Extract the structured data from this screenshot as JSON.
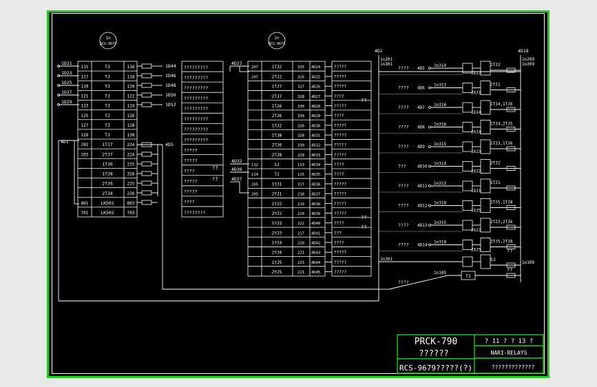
{
  "title_block": {
    "model": "PRCK-790",
    "subtitle": "??????",
    "drawing_name": "RCS-9679?????(?)",
    "sheet_info": "? 11 ? ? 13 ?",
    "company": "NARI-RELAYS",
    "note": "?????????????"
  },
  "circle_labels": [
    {
      "top": "1n",
      "bottom": "RCS-9679"
    },
    {
      "top": "2n",
      "bottom": "RCS-9679"
    }
  ],
  "left_block": {
    "input_terms": [
      "1D21",
      "1D23",
      "1D25",
      "1D27",
      "1D29"
    ],
    "node_label": "4D1",
    "rows": [
      [
        "115",
        "TJ",
        "116"
      ],
      [
        "117",
        "TJ",
        "118"
      ],
      [
        "119",
        "TJ",
        "120"
      ],
      [
        "121",
        "TJ",
        "122"
      ],
      [
        "123",
        "TJ",
        "124"
      ],
      [
        "125",
        "TJ",
        "126"
      ],
      [
        "127",
        "TJ",
        "128"
      ],
      [
        "129",
        "TJ",
        "130"
      ],
      [
        "202",
        "1TJ7",
        "224"
      ],
      [
        "203",
        "2TJ7",
        "224"
      ],
      [
        "",
        "1TJ6",
        "225"
      ],
      [
        "",
        "1TJ8",
        "326"
      ],
      [
        "",
        "2TJ6",
        "225"
      ],
      [
        "",
        "2TJ8",
        "226"
      ],
      [
        "801",
        "LK501",
        "803"
      ],
      [
        "701",
        "LK502",
        "703"
      ]
    ],
    "right_terms": [
      "1D44",
      "1D46",
      "1D48",
      "1D50",
      "1D52",
      "4D5"
    ],
    "desc": [
      "?????????",
      "?????????",
      "?????????",
      "?????????",
      "?????????",
      "?????????",
      "?????????",
      "?????????",
      "?????",
      "?????",
      "????",
      "?????",
      "?????",
      "????",
      "????????"
    ],
    "side_note": "??"
  },
  "mid_block": {
    "top_node": "4D27",
    "mid_nodes": [
      "4D32",
      "4D36",
      "4D37"
    ],
    "rows": [
      [
        "207",
        "1TJ2",
        "325",
        "4D24"
      ],
      [
        "207",
        "2TJ2",
        "326",
        "4D25"
      ],
      [
        "",
        "1TJ7",
        "327",
        "4D26"
      ],
      [
        "",
        "2TJ7",
        "328",
        "4D27"
      ],
      [
        "",
        "1TJ6",
        "330",
        "4D28"
      ],
      [
        "",
        "2TJ6",
        "330",
        "4D29"
      ],
      [
        "",
        "1TJ2",
        "326",
        "4D30"
      ],
      [
        "",
        "1TJ8",
        "328",
        "4D31"
      ],
      [
        "",
        "2TJ6",
        "330",
        "4D32"
      ],
      [
        "",
        "2TJ8",
        "229",
        "4D33"
      ],
      [
        "112",
        "SJ",
        "113",
        "4D34"
      ],
      [
        "114",
        "TJ",
        "115",
        "4D35"
      ],
      [
        "205",
        "1YJ1",
        "317",
        "4D36"
      ],
      [
        "205",
        "2YJ1",
        "218",
        "4D37"
      ],
      [
        "",
        "1YJ2",
        "219",
        "4D38"
      ],
      [
        "",
        "2YJ2",
        "220",
        "4D39"
      ],
      [
        "",
        "1YJ3",
        "222",
        "4D40"
      ],
      [
        "",
        "2YJ3",
        "217",
        "4D41"
      ],
      [
        "",
        "1YJ4",
        "220",
        "4D42"
      ],
      [
        "",
        "2YJ4",
        "221",
        "4D43"
      ],
      [
        "",
        "1YJ5",
        "223",
        "4D44"
      ],
      [
        "",
        "2YJ5",
        "221",
        "4D45"
      ]
    ],
    "desc": [
      "?????",
      "?????",
      "?????",
      "????",
      "?????",
      "????",
      "?????",
      "?????",
      "?????",
      "?????",
      "????",
      "????",
      "?????",
      "?????",
      "?????",
      "?????",
      "????",
      "???",
      "????",
      "?????",
      "?????",
      "?????"
    ],
    "side_notes": [
      "??",
      "??",
      "??"
    ]
  },
  "right_block": {
    "top_nodes": [
      "4D1",
      "1n201",
      "1n301",
      "4D18",
      "1n209",
      "1n309"
    ],
    "rows": [
      {
        "desc": "????",
        "term": "4D5",
        "node": "1n314",
        "relay": "1XJ2",
        "out": "1TJ2"
      },
      {
        "desc": "????",
        "term": "4D6",
        "node": "1n313",
        "relay": "2XJ1",
        "out": "2TJ1"
      },
      {
        "desc": "????",
        "term": "4D7",
        "node": "1n316",
        "relay": "1XJ4",
        "out": "1TJ4,1TJ6"
      },
      {
        "desc": "????",
        "term": "4D8",
        "node": "1n316",
        "relay": "2XJ4",
        "out": "1TJ4,2TJ5"
      },
      {
        "desc": "????",
        "term": "4D9",
        "node": "1n315",
        "relay": "1XJ3",
        "out": "1TJ3,1TJ6"
      },
      {
        "desc": "???",
        "term": "4D10",
        "node": "1n314",
        "relay": "2XJ2",
        "out": "2TJ2"
      },
      {
        "desc": "????",
        "term": "4D11",
        "node": "1n313",
        "relay": "1XJ1",
        "out": "1TJ1"
      },
      {
        "desc": "????",
        "term": "4D12",
        "node": "1n318",
        "relay": "1XJ5",
        "out": "1TJ5,1TJ8"
      },
      {
        "desc": "????",
        "term": "4D13",
        "node": "1n315",
        "relay": "2XJ3",
        "out": "2TJ3,2TJ6"
      },
      {
        "desc": "????",
        "term": "4D14",
        "node": "1n318",
        "relay": "2XJ5",
        "out": "2TJ5,2TJ8"
      }
    ],
    "sj_row": {
      "node": "1n301",
      "relay": "SJ",
      "out": "1n109"
    },
    "tj_row": {
      "desc": "????",
      "node": "1n105",
      "relay": "TJ"
    },
    "bus_notes": [
      "??",
      "??"
    ]
  }
}
